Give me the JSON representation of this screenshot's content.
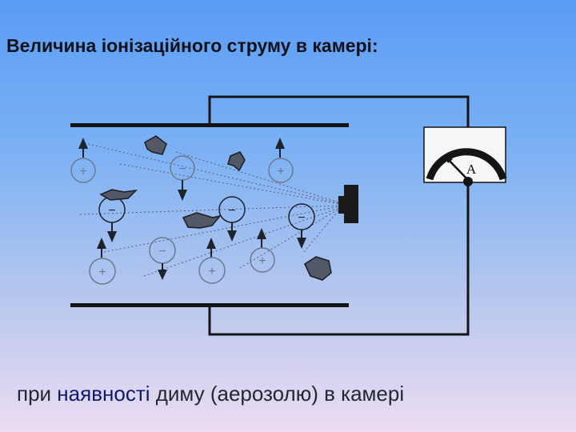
{
  "slide": {
    "title": "Величина іонізаційного струму  в камері:",
    "caption": {
      "part1": "при ",
      "part2": "наявності",
      "part3": " диму (аерозолю) в камері"
    }
  },
  "diagram": {
    "ammeter_label": "A",
    "positive_sign": "+",
    "negative_sign": "−"
  },
  "colors": {
    "wire": "#141414",
    "ion_positive": "#6c7a8c",
    "ion_negative": "#1e222a",
    "smoke_fill": "#525866",
    "meter_face": "#f4f6f8"
  }
}
